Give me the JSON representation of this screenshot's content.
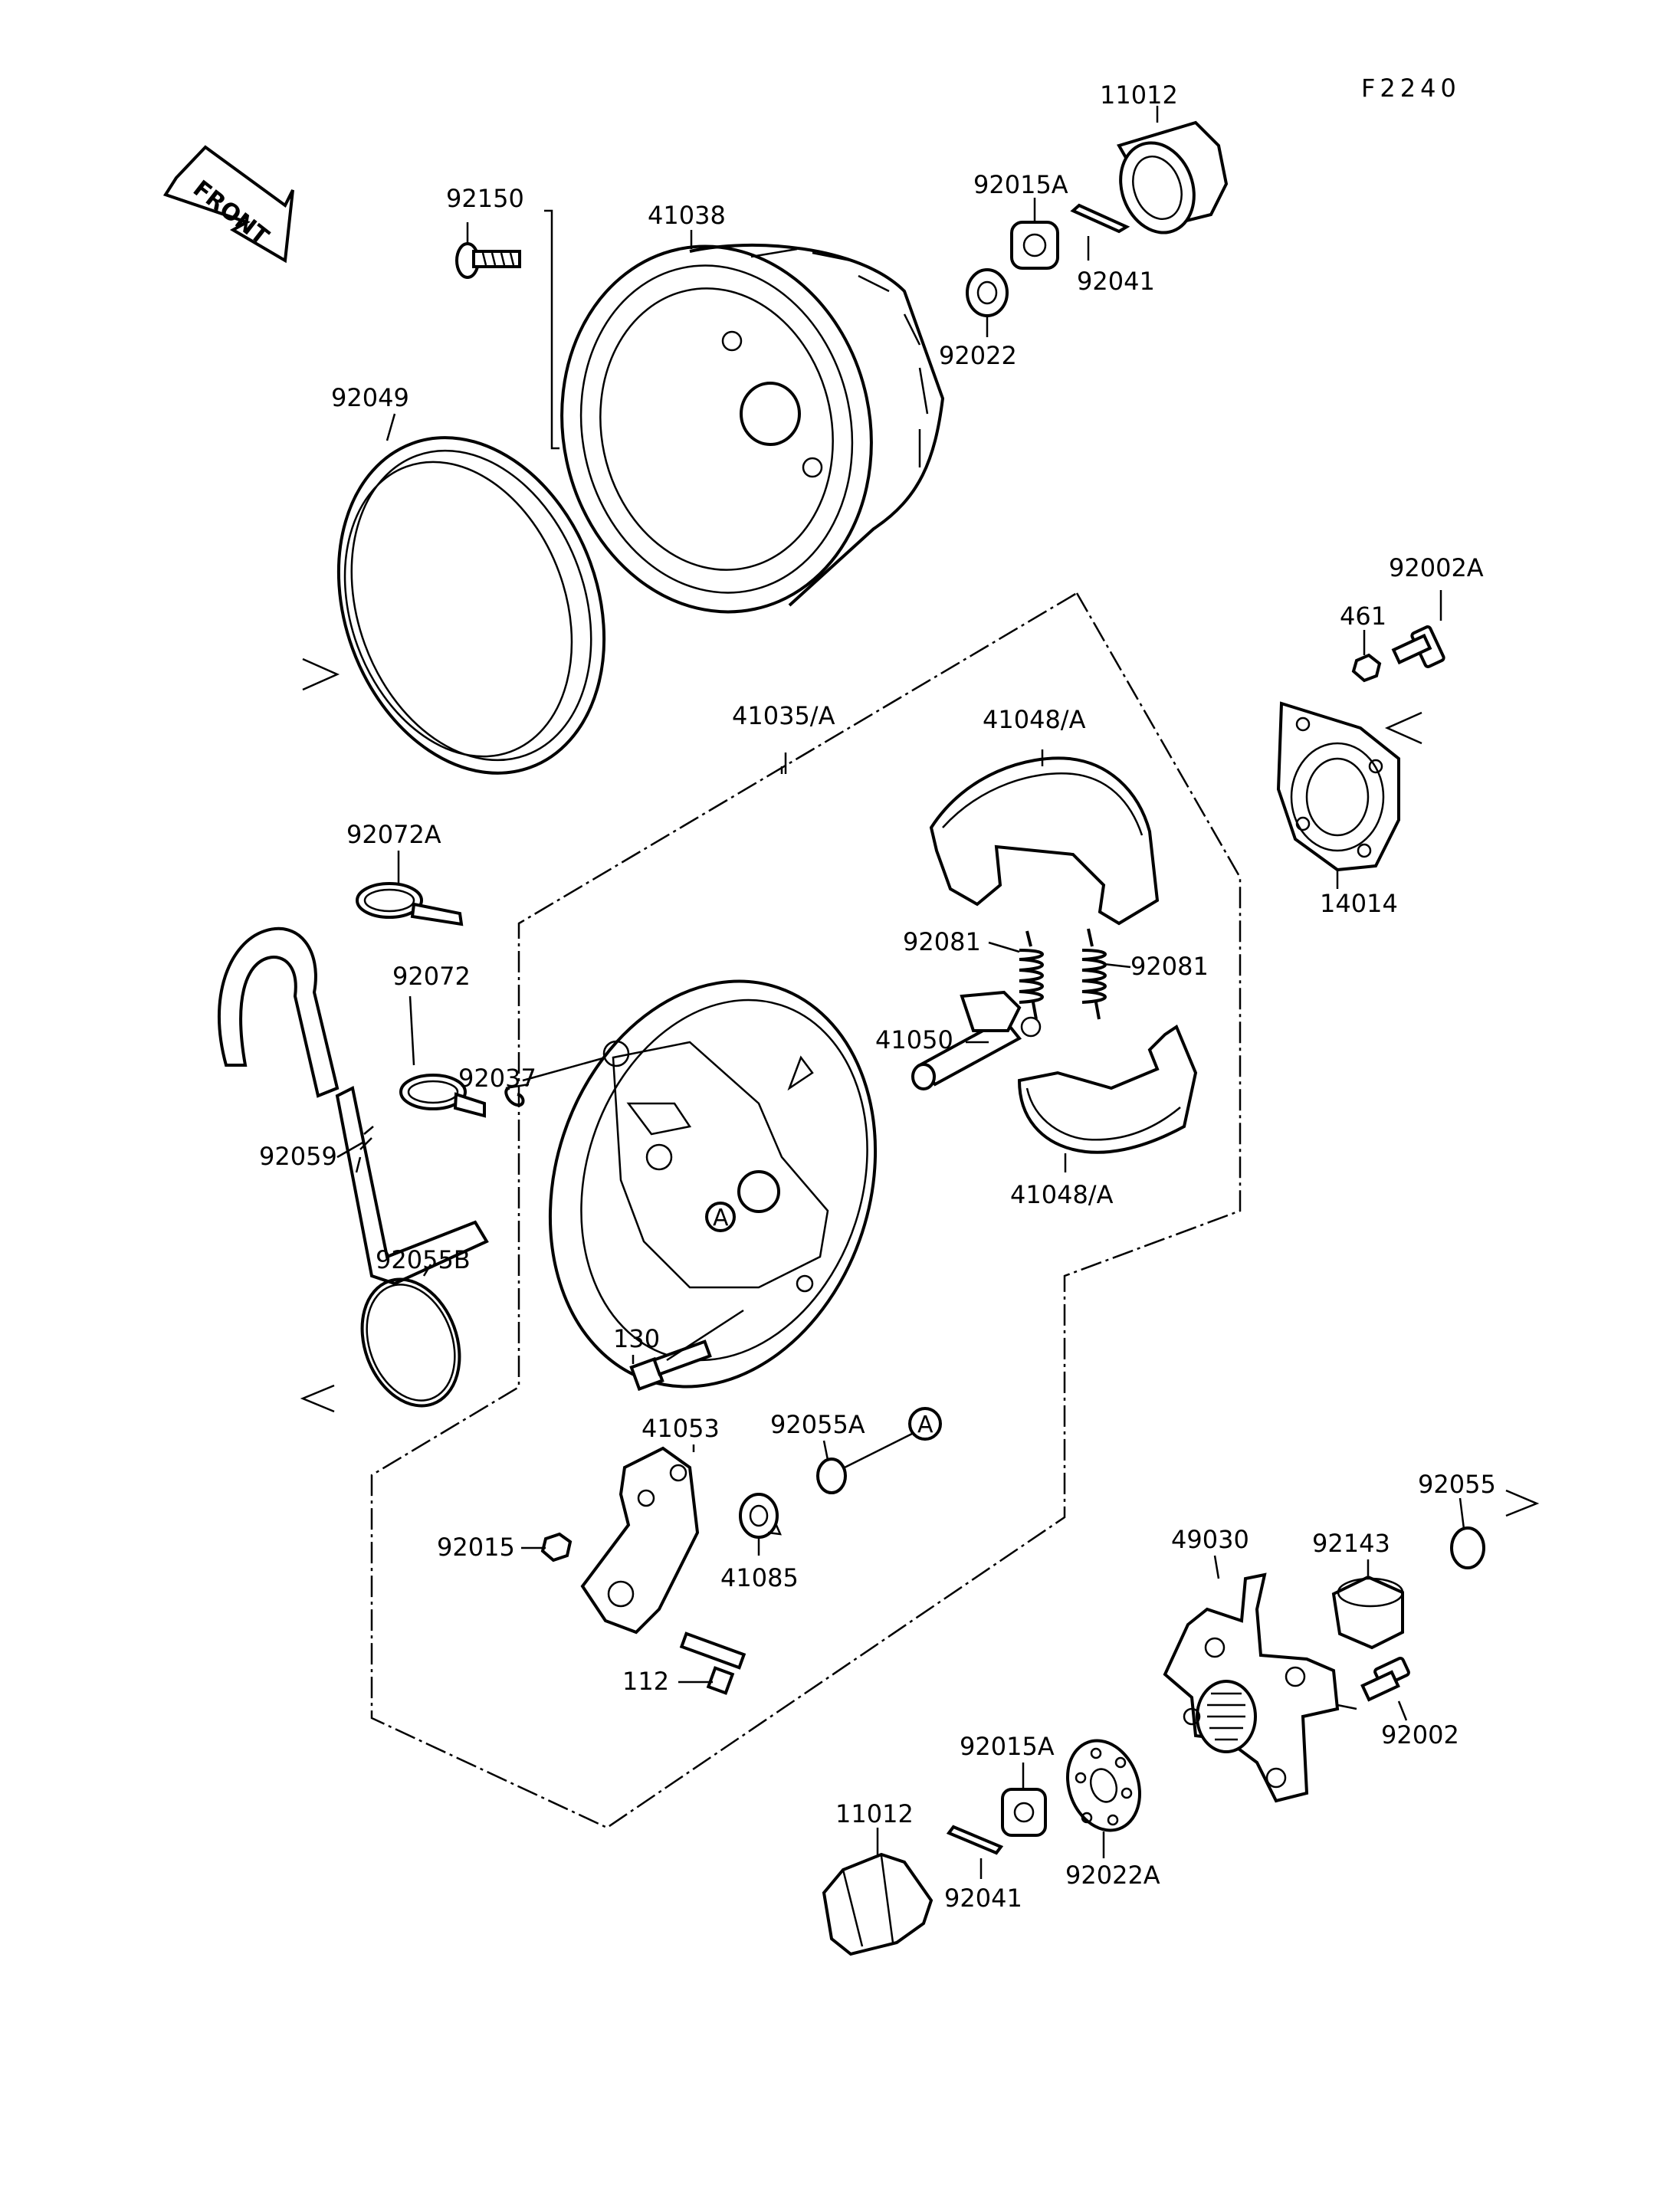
{
  "figure_code": "F2240",
  "front_arrow_text": "FRONT",
  "circle_marker": "A",
  "labels": {
    "p11012_top": "11012",
    "p92015A_top": "92015A",
    "p92041_top": "92041",
    "p92022": "92022",
    "p92150": "92150",
    "p41038": "41038",
    "p92049": "92049",
    "p92002A": "92002A",
    "p461": "461",
    "p14014": "14014",
    "p41035A": "41035/A",
    "p41048A_top": "41048/A",
    "p92081_left": "92081",
    "p92081_right": "92081",
    "p41050": "41050",
    "p41048A_bottom": "41048/A",
    "p92072A": "92072A",
    "p92072": "92072",
    "p92037": "92037",
    "p92059": "92059",
    "p92055B": "92055B",
    "p130": "130",
    "p41053": "41053",
    "p92055A": "92055A",
    "p92015": "92015",
    "p41085": "41085",
    "p112": "112",
    "p92055": "92055",
    "p49030": "49030",
    "p92143": "92143",
    "p92002": "92002",
    "p92015A_bottom": "92015A",
    "p11012_bottom": "11012",
    "p92041_bottom": "92041",
    "p92022A": "92022A"
  }
}
